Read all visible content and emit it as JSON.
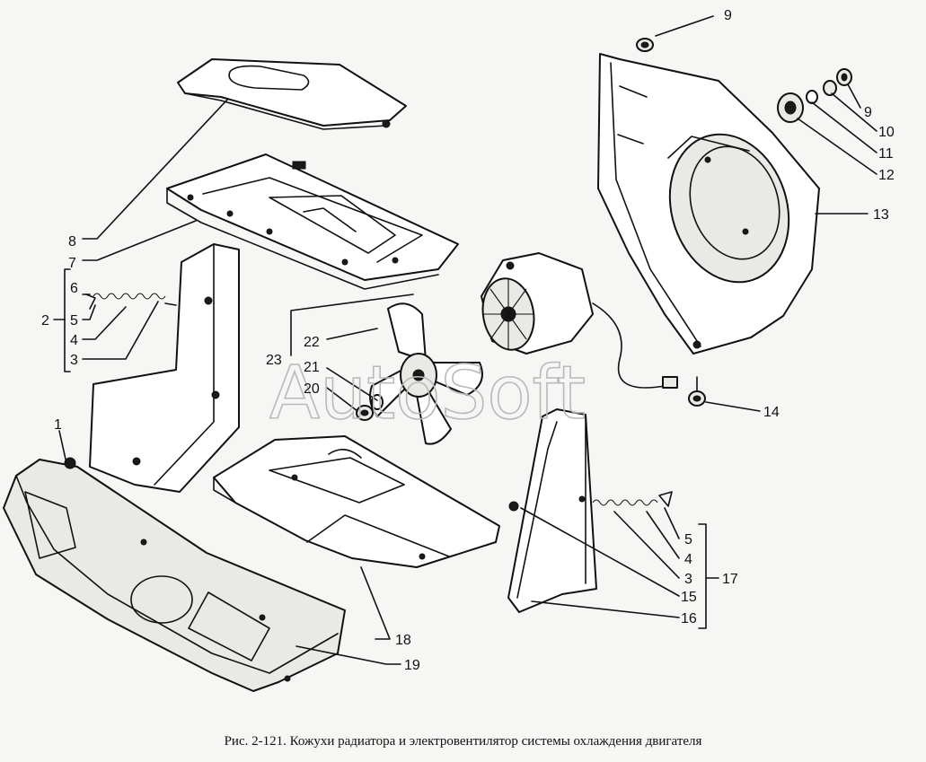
{
  "caption": "Рис. 2-121. Кожухи радиатора и электровентилятор системы охлаждения двигателя",
  "watermark": "AutoSoft",
  "callouts": {
    "c1": "1",
    "c2": "2",
    "c3a": "3",
    "c4a": "4",
    "c5a": "5",
    "c6": "6",
    "c7": "7",
    "c8": "8",
    "c9a": "9",
    "c9b": "9",
    "c10": "10",
    "c11": "11",
    "c12": "12",
    "c13": "13",
    "c14": "14",
    "c3b": "3",
    "c4b": "4",
    "c5b": "5",
    "c15": "15",
    "c16": "16",
    "c17": "17",
    "c18": "18",
    "c19": "19",
    "c20": "20",
    "c21": "21",
    "c22": "22",
    "c23": "23"
  }
}
